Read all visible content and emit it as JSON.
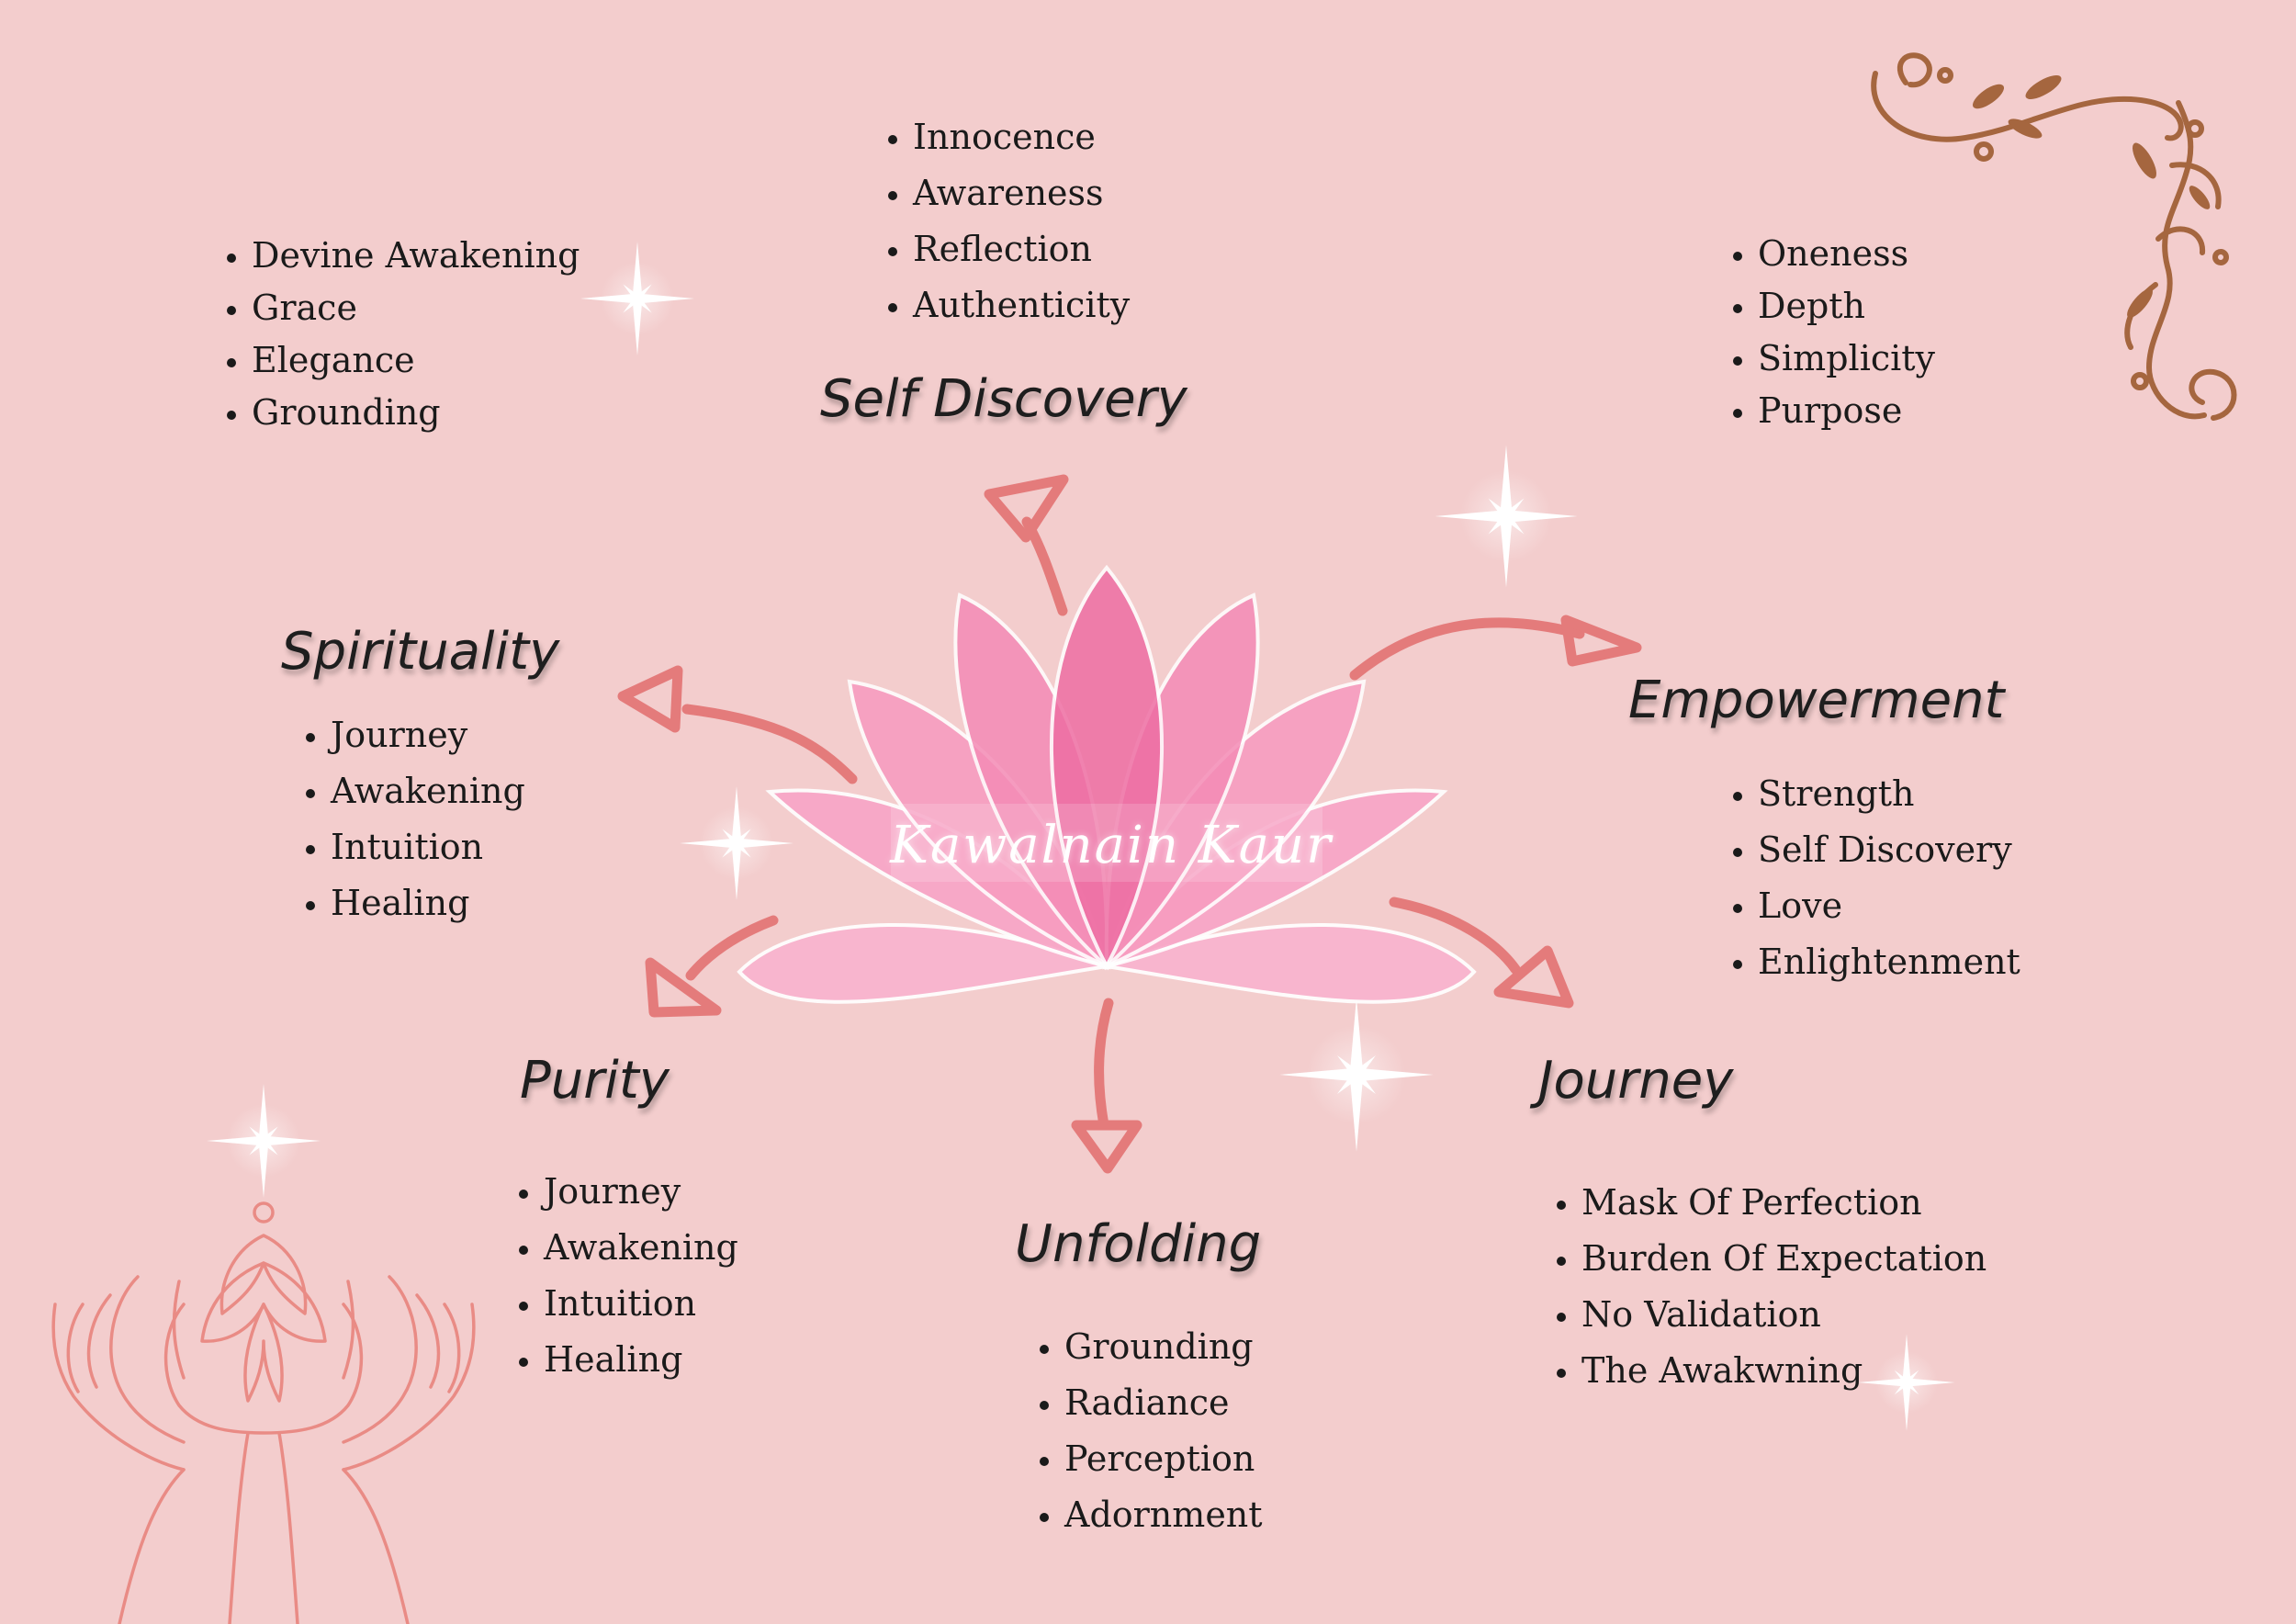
{
  "center": {
    "name": "Kawalnain Kaur"
  },
  "branches": {
    "self_discovery": {
      "title": "Self Discovery",
      "items": [
        "Innocence",
        "Awareness",
        "Reflection",
        "Authenticity"
      ]
    },
    "empowerment": {
      "title": "Empowerment",
      "items": [
        "Strength",
        "Self Discovery",
        "Love",
        "Enlightenment"
      ]
    },
    "journey": {
      "title": "Journey",
      "items": [
        "Mask Of Perfection",
        "Burden Of Expectation",
        "No Validation",
        "The Awakwning"
      ]
    },
    "unfolding": {
      "title": "Unfolding",
      "items": [
        "Grounding",
        "Radiance",
        "Perception",
        "Adornment"
      ]
    },
    "purity": {
      "title": "Purity",
      "items": [
        "Journey",
        "Awakening",
        "Intuition",
        "Healing"
      ]
    },
    "spirituality": {
      "title": "Spirituality",
      "items": [
        "Journey",
        "Awakening",
        "Intuition",
        "Healing"
      ]
    }
  },
  "extra_lists": {
    "top_left": [
      "Devine Awakening",
      "Grace",
      "Elegance",
      "Grounding"
    ],
    "top_right": [
      "Oneness",
      "Depth",
      "Simplicity",
      "Purpose"
    ]
  },
  "colors": {
    "background": "#f3cdcd",
    "arrow": "#e47b7b",
    "petal_light": "#f9b3cf",
    "petal_mid": "#f48bb6",
    "petal_dark": "#ee6ea3",
    "ornament": "#a5663f",
    "line_art": "#e98b85",
    "text": "#1a1a1a"
  },
  "icons": [
    "lotus-flower-icon",
    "sparkle-icon",
    "ornament-corner-icon",
    "hands-holding-lotus-icon",
    "arrow-icon"
  ]
}
